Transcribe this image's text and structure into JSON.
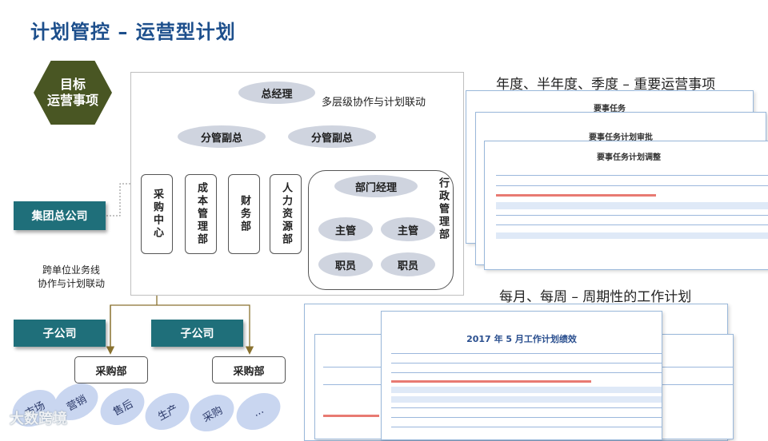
{
  "title": "计划管控 – 运营型计划",
  "hexagon": {
    "line1": "目标",
    "line2": "运营事项"
  },
  "left": {
    "group_hq": "集团总公司",
    "cross_note_line1": "跨单位业务线",
    "cross_note_line2": "协作与计划联动",
    "subsidiary_1": "子公司",
    "subsidiary_2": "子公司",
    "purchase_1": "采购部",
    "purchase_2": "采购部"
  },
  "org": {
    "gm": "总经理",
    "vp_1": "分管副总",
    "vp_2": "分管副总",
    "dept_purchase": "采购中心",
    "dept_cost": "成本管理部",
    "dept_finance": "财务部",
    "dept_hr": "人力资源部",
    "dept_manager": "部门经理",
    "admin": "行政管理部",
    "supervisor_1": "主管",
    "supervisor_2": "主管",
    "staff_1": "职员",
    "staff_2": "职员",
    "multi_level_note": "多层级协作与计划联动"
  },
  "sections": {
    "yearly_heading": "年度、半年度、季度 – 重要运营事项",
    "monthly_heading": "每月、每周 – 周期性的工作计划"
  },
  "docs": {
    "doc1_title": "要事任务",
    "doc2_title": "要事任务计划审批",
    "doc3_title": "要事任务计划调整",
    "monthly_year": "2017",
    "monthly_year_unit": "年",
    "monthly_month": "5",
    "monthly_suffix": "月工作计划绩效"
  },
  "pills": [
    "市场",
    "营销",
    "售后",
    "生产",
    "采购",
    "..."
  ],
  "watermark": "大数跨境",
  "colors": {
    "title": "#1d4f8c",
    "hexagon": "#495623",
    "teal": "#1f6f7a",
    "arrow": "#8a7230"
  }
}
